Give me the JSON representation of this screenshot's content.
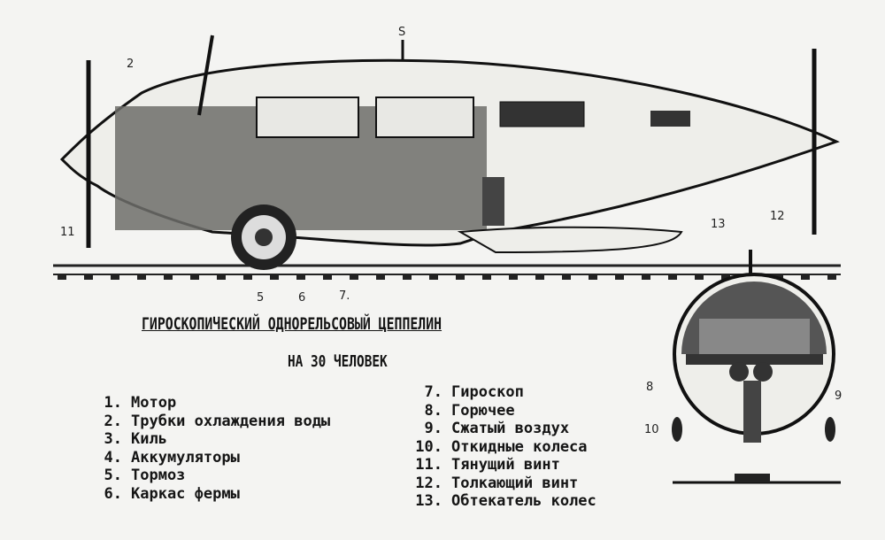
{
  "title": "ГИРОСКОПИЧЕСКИЙ ОДНОРЕЛЬСОВЫЙ ЦЕППЕЛИН",
  "subtitle": "НА 30 ЧЕЛОВЕК",
  "legend_left": [
    {
      "num": "1.",
      "label": "Мотор"
    },
    {
      "num": "2.",
      "label": "Трубки охлаждения воды"
    },
    {
      "num": "3.",
      "label": "Киль"
    },
    {
      "num": "4.",
      "label": "Аккумуляторы"
    },
    {
      "num": "5.",
      "label": "Тормоз"
    },
    {
      "num": "6.",
      "label": "Каркас фермы"
    }
  ],
  "legend_right": [
    {
      "num": "7.",
      "label": "Гироскоп"
    },
    {
      "num": "8.",
      "label": "Горючее"
    },
    {
      "num": "9.",
      "label": "Сжатый воздух"
    },
    {
      "num": "10.",
      "label": "Откидные колеса"
    },
    {
      "num": "11.",
      "label": "Тянущий винт"
    },
    {
      "num": "12.",
      "label": "Толкающий винт"
    },
    {
      "num": "13.",
      "label": "Обтекатель колес"
    }
  ],
  "callouts": {
    "c2": "2",
    "c3": "S",
    "c5": "5",
    "c6": "6",
    "c7": "7.",
    "c11": "11",
    "c12": "12",
    "c13": "13",
    "c8": "8",
    "c9": "9",
    "c10": "10"
  }
}
